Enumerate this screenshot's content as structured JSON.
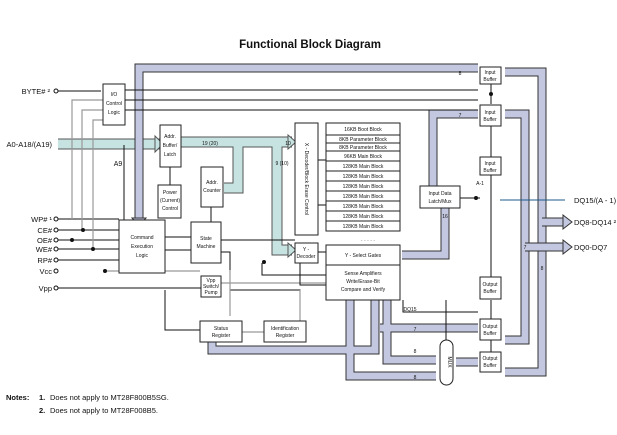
{
  "title": "Functional Block Diagram",
  "inputs": {
    "byte": "BYTE# ²",
    "address": "A0-A18/(A19)",
    "wp": "WP# ¹",
    "ce": "CE#",
    "oe": "OE#",
    "we": "WE#",
    "rp": "RP#",
    "vcc": "Vcc",
    "vpp": "Vpp"
  },
  "outputs": {
    "dq15": "DQ15/(A - 1) ²",
    "dq8": "DQ8-DQ14 ²",
    "dq0": "DQ0-DQ7"
  },
  "blocks": {
    "io_control": [
      "I/O",
      "Control",
      "Logic"
    ],
    "addr_buffer": [
      "Addr.",
      "Buffer/",
      "Latch"
    ],
    "power_control": [
      "Power",
      "(Current)",
      "Control"
    ],
    "addr_counter": [
      "Addr.",
      "Counter"
    ],
    "command_logic": [
      "Command",
      "Execution",
      "Logic"
    ],
    "state_machine": [
      "State",
      "Machine"
    ],
    "vpp_switch": [
      "Vpp",
      "Switch/",
      "Pump"
    ],
    "x_decoder": "X - Decoder/Block Erase Control",
    "y_decoder": [
      "Y -",
      "Decoder"
    ],
    "y_select": "Y - Select Gates",
    "sense_amp": [
      "Sense Amplifiers",
      "Write/Erase-Bit",
      "Compare and Verify"
    ],
    "input_latch": [
      "Input Data",
      "Latch/Mux"
    ],
    "input_buffer": [
      "Input",
      "Buffer"
    ],
    "output_buffer": [
      "Output",
      "Buffer"
    ],
    "status_register": [
      "Status",
      "Register"
    ],
    "id_register": [
      "Identification",
      "Register"
    ],
    "mux": "MUX"
  },
  "memory_blocks": [
    "16KB Boot Block",
    "8KB Parameter Block",
    "8KB Parameter Block",
    "96KB Main Block",
    "128KB Main Block",
    "128KB Main Block",
    "128KB Main Block",
    "128KB Main Block",
    "128KB Main Block",
    "128KB Main Block",
    "128KB Main Block"
  ],
  "bus_labels": {
    "a9": "A9",
    "addr_width": "19 (20)",
    "x_width": "10",
    "y_width": "9 (10)",
    "top8": "8",
    "top7": "7",
    "latch16": "16",
    "a_minus_1": "A-1",
    "dq15_line": "DQ15",
    "out7": "7",
    "mux8a": "8",
    "mux8b": "8",
    "right7": "7",
    "right8": "8",
    "dots": "· · · · ·"
  },
  "notes": {
    "label": "Notes:",
    "items": [
      {
        "num": "1.",
        "text": "Does not apply to MT28F800B5SG."
      },
      {
        "num": "2.",
        "text": "Does not apply to MT28F008B5."
      }
    ]
  },
  "colors": {
    "data_bus": "#c3c8e0",
    "address_bus": "#c6e3e1"
  }
}
